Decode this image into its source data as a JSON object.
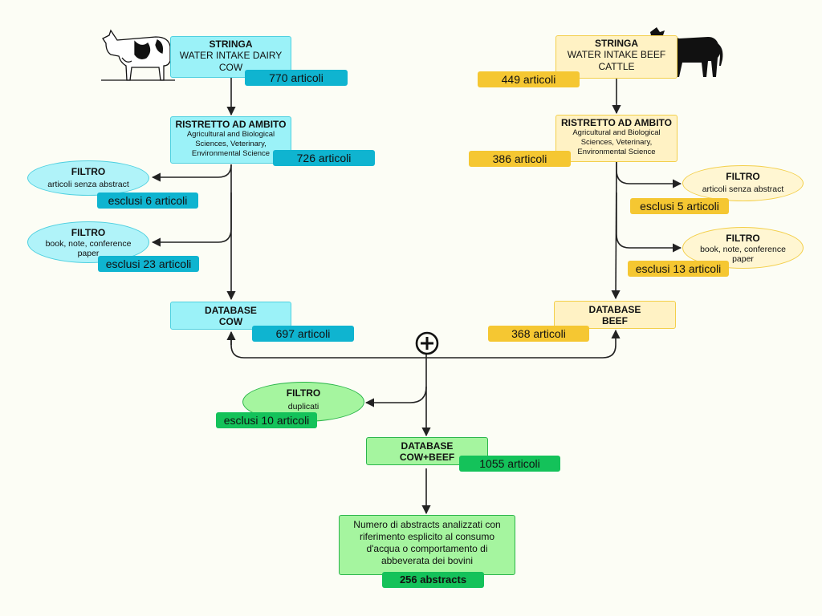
{
  "left": {
    "source": {
      "title": "STRINGA",
      "line1": "WATER INTAKE DAIRY",
      "line2": "COW",
      "count": "770 articoli"
    },
    "scope": {
      "title": "RISTRETTO AD AMBITO",
      "line1": "Agricultural and Biological",
      "line2": "Sciences, Veterinary,",
      "line3": "Environmental Science",
      "count": "726 articoli"
    },
    "filter1": {
      "title": "FILTRO",
      "desc": "articoli senza abstract",
      "excluded": "esclusi 6 articoli"
    },
    "filter2": {
      "title": "FILTRO",
      "desc1": "book, note, conference",
      "desc2": "paper",
      "excluded": "esclusi 23 articoli"
    },
    "database": {
      "title": "DATABASE",
      "name": "COW",
      "count": "697 articoli"
    }
  },
  "right": {
    "source": {
      "title": "STRINGA",
      "line1": "WATER INTAKE BEEF",
      "line2": "CATTLE",
      "count": "449 articoli"
    },
    "scope": {
      "title": "RISTRETTO AD AMBITO",
      "line1": "Agricultural and Biological",
      "line2": "Sciences, Veterinary,",
      "line3": "Environmental Science",
      "count": "386 articoli"
    },
    "filter1": {
      "title": "FILTRO",
      "desc": "articoli senza abstract",
      "excluded": "esclusi 5 articoli"
    },
    "filter2": {
      "title": "FILTRO",
      "desc1": "book, note, conference",
      "desc2": "paper",
      "excluded": "esclusi 13 articoli"
    },
    "database": {
      "title": "DATABASE",
      "name": "BEEF",
      "count": "368 articoli"
    }
  },
  "merge": {
    "symbol": "⊕",
    "filter": {
      "title": "FILTRO",
      "desc": "duplicati",
      "excluded": "esclusi 10 articoli"
    },
    "database": {
      "title": "DATABASE",
      "name": "COW+BEEF",
      "count": "1055 articoli"
    },
    "result": {
      "line1": "Numero di abstracts analizzati con",
      "line2": "riferimento esplicito al consumo",
      "line3": "d'acqua o comportamento di",
      "line4": "abbeverata dei bovini",
      "count": "256 abstracts"
    }
  },
  "icons": {
    "left": "dairy-cow-icon",
    "right": "beef-bull-icon"
  },
  "colors": {
    "cyan": "#9bf2f8",
    "cyan_pill": "#0fb4d0",
    "yellow": "#fff2c4",
    "yellow_pill": "#f5c732",
    "green": "#a5f59f",
    "green_pill": "#14c25a",
    "line": "#222222"
  }
}
